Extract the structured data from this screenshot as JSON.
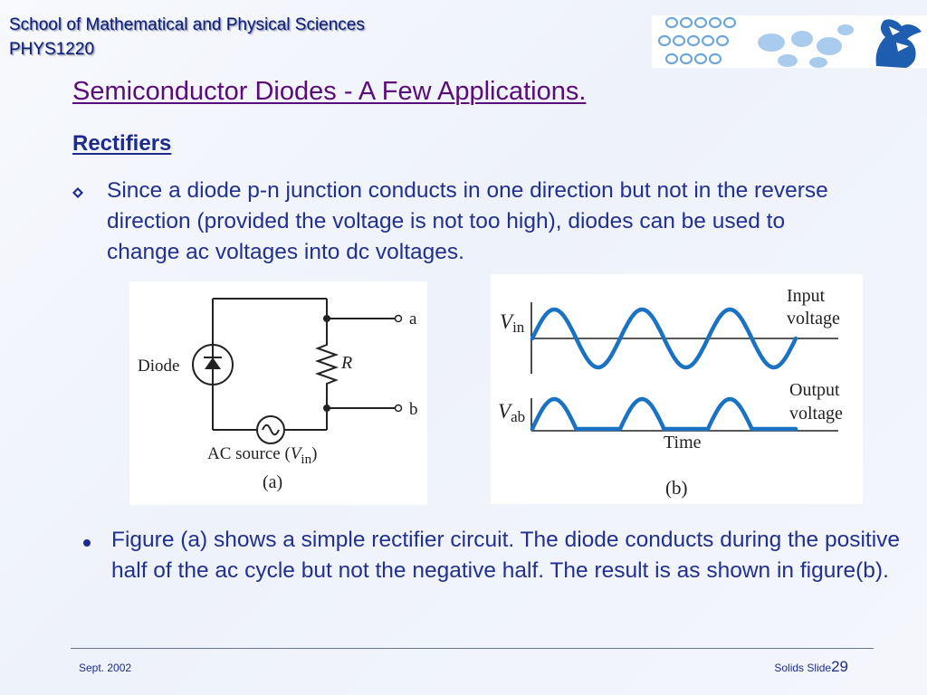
{
  "header": {
    "line1": "School of Mathematical and Physical Sciences",
    "line2": "PHYS1220"
  },
  "logo": {
    "icon": "seahorse-logo-icon"
  },
  "slide": {
    "title": "Semiconductor Diodes - A Few Applications.",
    "subtitle": "Rectifiers",
    "bullet1": "Since a diode p-n junction conducts in one direction but not in the reverse direction (provided the voltage is not too high), diodes can be used to change ac voltages into dc voltages.",
    "bullet2": "Figure (a) shows a simple rectifier circuit. The diode conducts during the positive half of the ac cycle but not the negative half. The result is as shown in figure(b)."
  },
  "figure_a": {
    "diode_label": "Diode",
    "resistor_label": "R",
    "terminal_a": "a",
    "terminal_b": "b",
    "source_prefix": "AC source (",
    "source_v": "V",
    "source_sub": "in",
    "source_suffix": ")",
    "caption": "(a)"
  },
  "figure_b": {
    "vin_v": "V",
    "vin_sub": "in",
    "vab_v": "V",
    "vab_sub": "ab",
    "input_line1": "Input",
    "input_line2": "voltage",
    "output_line1": "Output",
    "output_line2": "voltage",
    "time_label": "Time",
    "caption": "(b)",
    "wave_color": "#1a72c2"
  },
  "footer": {
    "date": "Sept. 2002",
    "slide_label": "Solids Slide",
    "slide_number": "29"
  }
}
